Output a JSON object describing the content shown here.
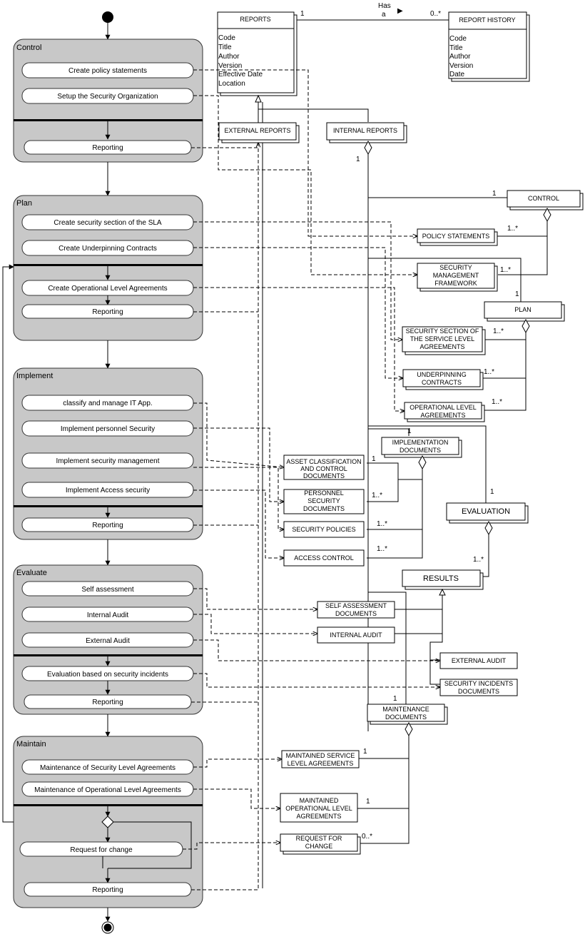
{
  "phases": {
    "control": {
      "name": "Control",
      "activities": [
        "Create policy statements",
        "Setup the Security Organization"
      ],
      "reporting": "Reporting"
    },
    "plan": {
      "name": "Plan",
      "activities": [
        "Create security section of the SLA",
        "Create Underpinning Contracts",
        "Create Operational Level Agreements"
      ],
      "reporting": "Reporting"
    },
    "implement": {
      "name": "Implement",
      "activities": [
        "classify and manage IT App.",
        "Implement personnel Security",
        "Implement security management",
        "Implement Access security"
      ],
      "reporting": "Reporting"
    },
    "evaluate": {
      "name": "Evaluate",
      "activities": [
        "Self assessment",
        "Internal Audit",
        "External Audit",
        "Evaluation based on security incidents"
      ],
      "reporting": "Reporting"
    },
    "maintain": {
      "name": "Maintain",
      "activities": [
        "Maintenance of Security Level Agreements",
        "Maintenance of Operational Level Agreements",
        "Request for change"
      ],
      "reporting": "Reporting"
    }
  },
  "reports": {
    "title": "REPORTS",
    "attributes": [
      "Code",
      "Title",
      "Author",
      "Version",
      "Effective Date",
      "Location"
    ]
  },
  "report_history": {
    "title": "REPORT HISTORY",
    "attributes": [
      "Code",
      "Title",
      "Author",
      "Version",
      "Date"
    ]
  },
  "association": {
    "label_line1": "Has",
    "label_line2": "a",
    "arrow": "▶",
    "mult_left": "1",
    "mult_right": "0..*"
  },
  "classes": {
    "external_reports": "EXTERNAL REPORTS",
    "internal_reports": "INTERNAL REPORTS",
    "control": "CONTROL",
    "policy_statements": "POLICY  STATEMENTS",
    "security_management_framework": [
      "SECURITY",
      "MANAGEMENT",
      "FRAMEWORK"
    ],
    "plan": "PLAN",
    "security_section_sla": [
      "SECURITY SECTION OF",
      "THE SERVICE LEVEL",
      "AGREEMENTS"
    ],
    "underpinning_contracts": [
      "UNDERPINNING",
      "CONTRACTS"
    ],
    "operational_level_agreements": [
      "OPERATIONAL LEVEL",
      "AGREEMENTS"
    ],
    "implementation_documents": [
      "IMPLEMENTATION",
      "DOCUMENTS"
    ],
    "asset_classification": [
      "ASSET CLASSIFICATION",
      "AND CONTROL",
      "DOCUMENTS"
    ],
    "personnel_security": [
      "PERSONNEL",
      "SECURITY",
      "DOCUMENTS"
    ],
    "security_policies": "SECURITY POLICIES",
    "access_control": "ACCESS CONTROL",
    "evaluation": "EVALUATION",
    "results": "RESULTS",
    "self_assessment_documents": [
      "SELF ASSESSMENT",
      "DOCUMENTS"
    ],
    "internal_audit": "INTERNAL AUDIT",
    "external_audit": "EXTERNAL AUDIT",
    "security_incidents_documents": [
      "SECURITY INCIDENTS",
      "DOCUMENTS"
    ],
    "maintenance_documents": [
      "MAINTENANCE",
      "DOCUMENTS"
    ],
    "maintained_sla": [
      "MAINTAINED SERVICE",
      "LEVEL AGREEMENTS"
    ],
    "maintained_ola": [
      "MAINTAINED",
      "OPERATIONAL LEVEL",
      "AGREEMENTS"
    ],
    "request_for_change": [
      "REQUEST FOR",
      "CHANGE"
    ]
  },
  "multiplicities": {
    "one": "1",
    "one_many": "1..*",
    "zero_many": "0..*"
  }
}
